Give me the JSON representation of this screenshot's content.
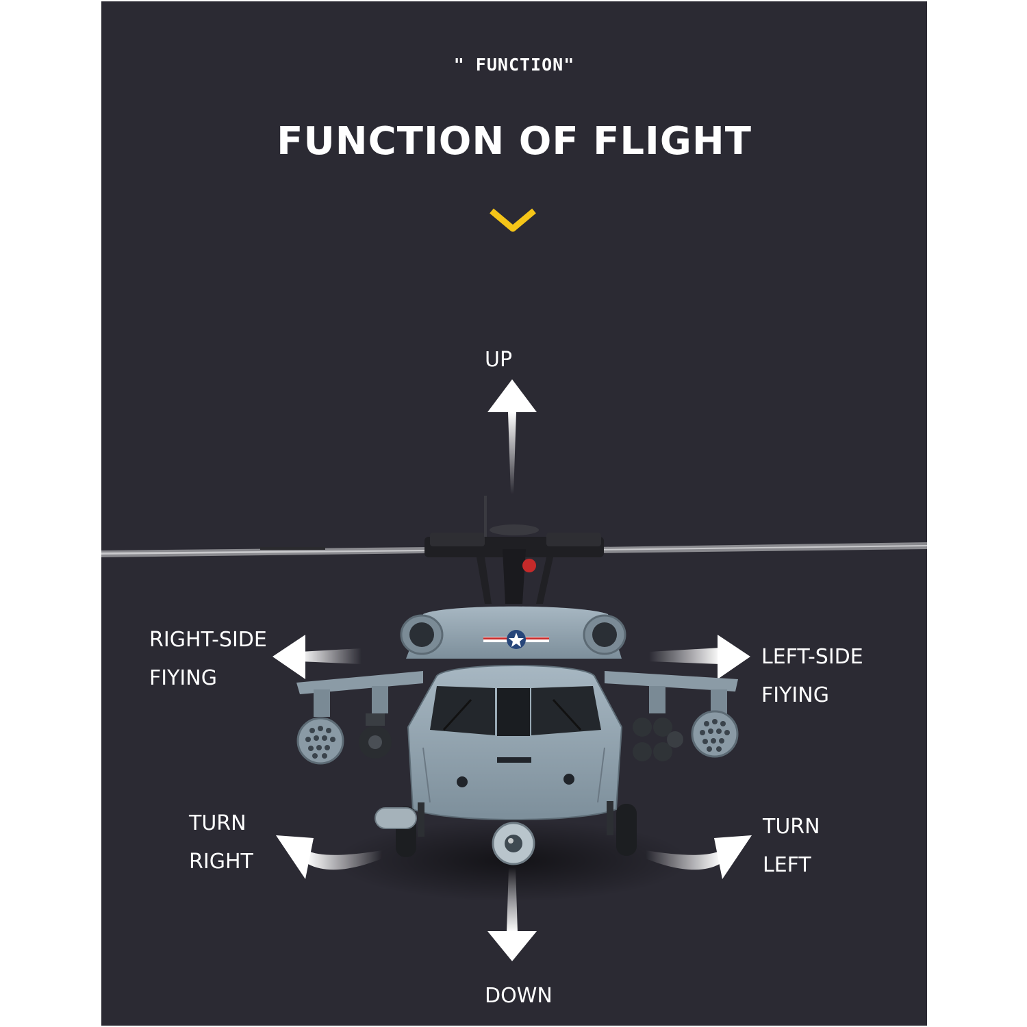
{
  "header": {
    "kicker": "\" FUNCTION\"",
    "title": "FUNCTION OF FLIGHT"
  },
  "directions": {
    "up": "UP",
    "down": "DOWN",
    "right_side": {
      "line1": "RIGHT-SIDE",
      "line2": "FIYING"
    },
    "left_side": {
      "line1": "LEFT-SIDE",
      "line2": "FIYING"
    },
    "turn_right": {
      "line1": "TURN",
      "line2": "RIGHT"
    },
    "turn_left": {
      "line1": "TURN",
      "line2": "LEFT"
    }
  },
  "colors": {
    "background": "#2b2a33",
    "text": "#ffffff",
    "accent": "#f5c518",
    "fuselage": "#8fa1ad"
  },
  "icons": [
    "chevron-down-icon",
    "arrow-up-icon",
    "arrow-down-icon",
    "arrow-left-icon",
    "arrow-right-icon",
    "curved-arrow-left-icon",
    "curved-arrow-right-icon"
  ]
}
